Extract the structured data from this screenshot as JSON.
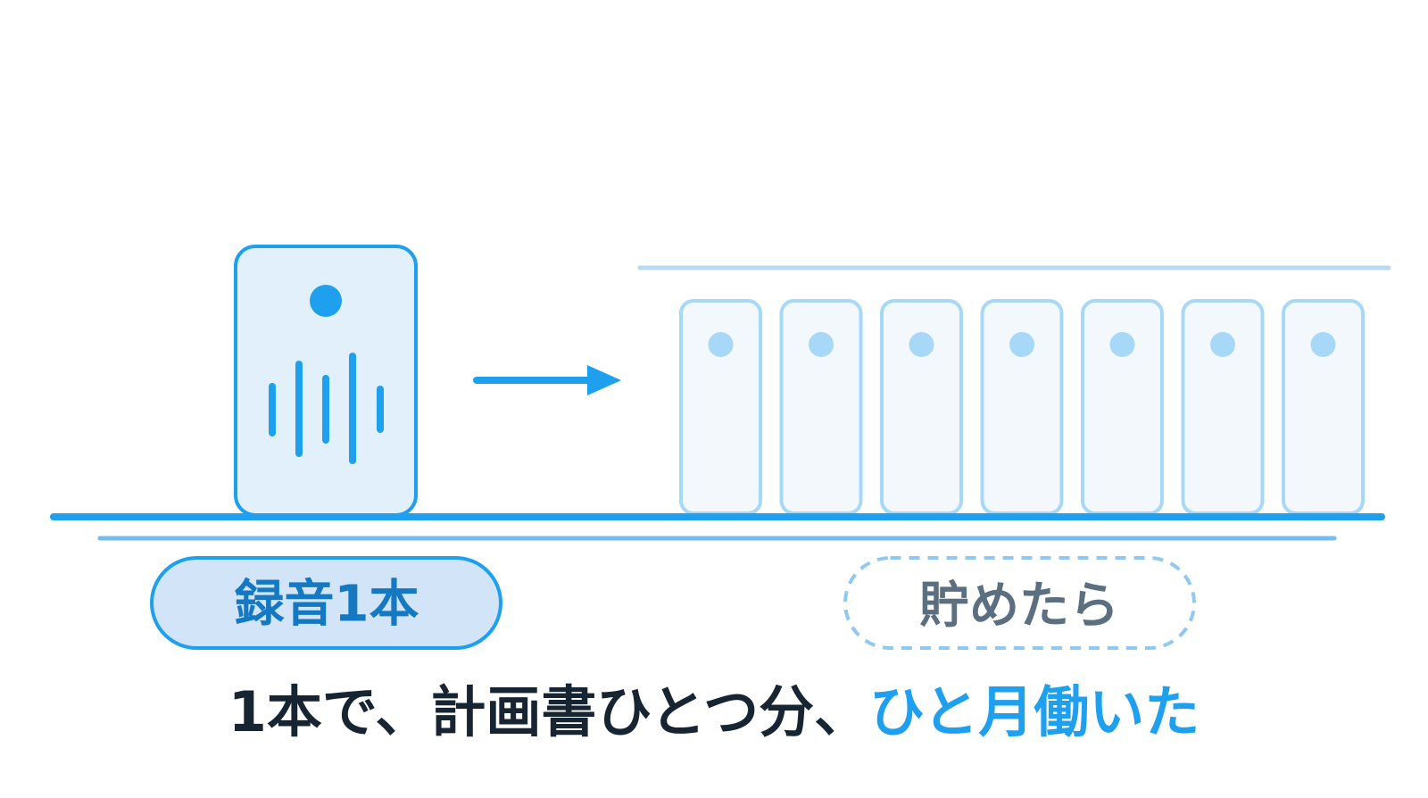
{
  "labels": {
    "left": "録音1本",
    "right": "貯めたら"
  },
  "caption": {
    "main": "1本で、計画書ひとつ分、",
    "highlight": "ひと月働いた"
  },
  "icons": {
    "recording": "audio-recording-card-icon",
    "arrow": "arrow-right-icon",
    "stored": "stored-document-icon"
  },
  "stored_count": 7,
  "colors": {
    "accent": "#1ea0ef",
    "accent_light": "#a8d8f7",
    "card_fill": "#e2f0fc",
    "stored_fill": "#f3f8fd",
    "pill_fill": "#d2e4f8",
    "label_dark": "#1478c3",
    "label_muted": "#5b6f80",
    "caption_text": "#172431"
  }
}
